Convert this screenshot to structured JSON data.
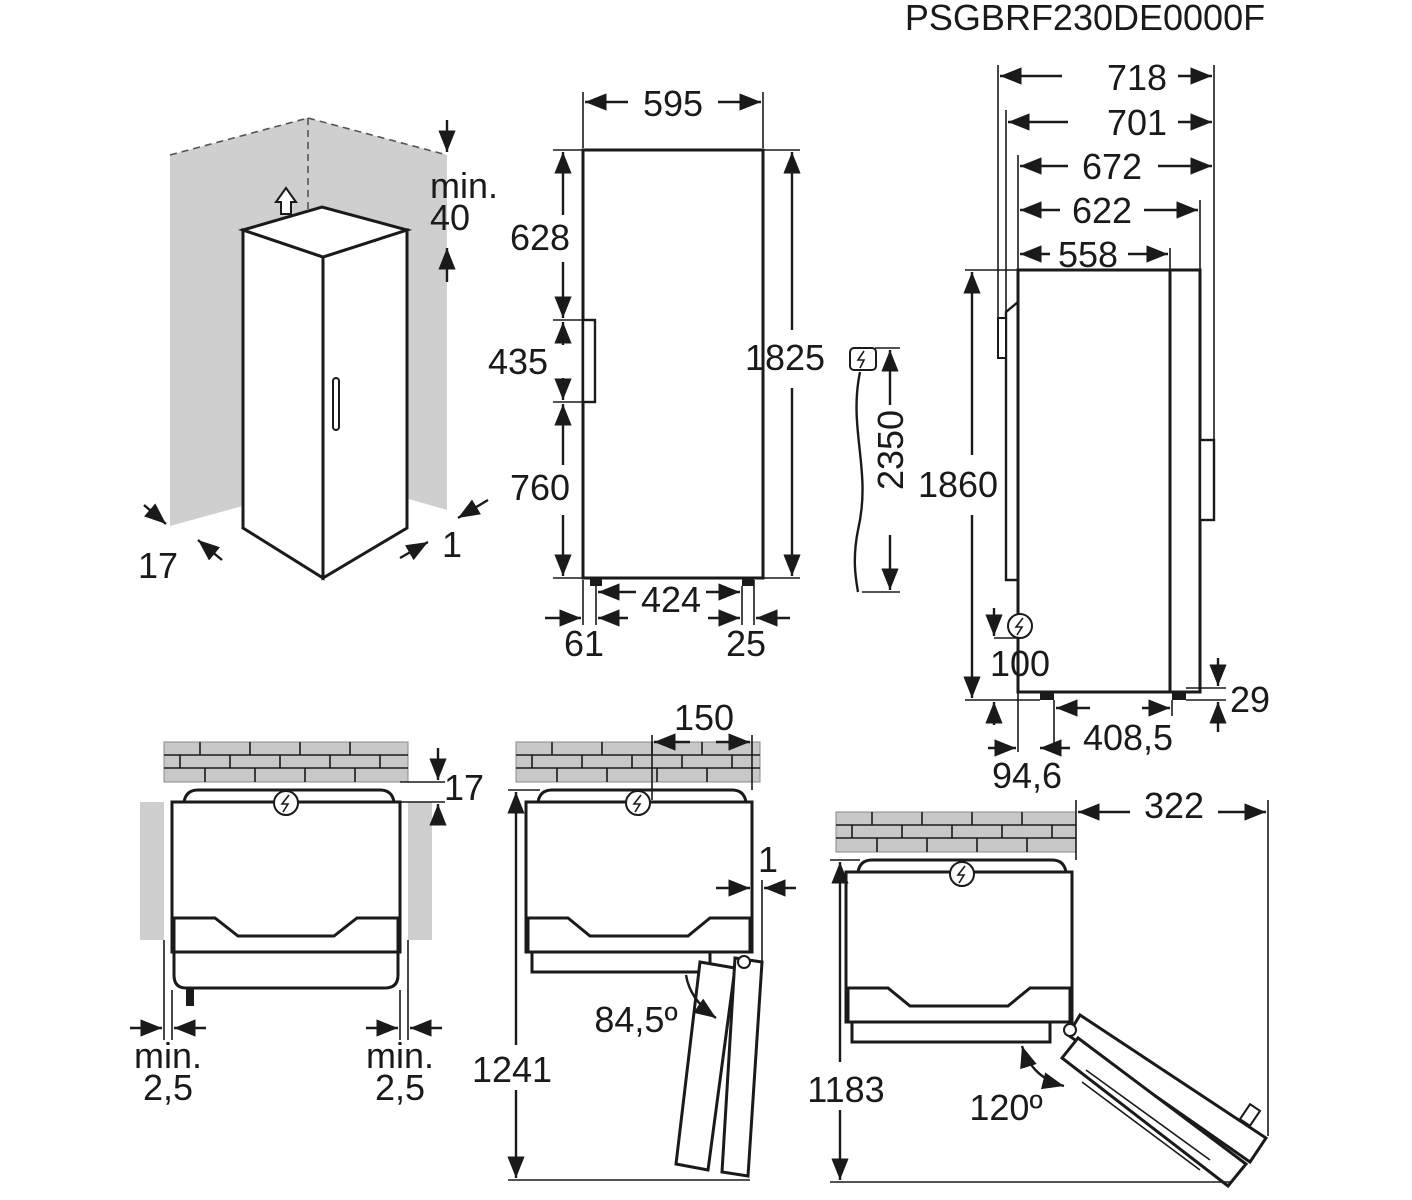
{
  "model_code": "PSGBRF230DE0000F",
  "iso_view": {
    "top_clearance_label_1": "min.",
    "top_clearance_label_2": "40",
    "left_gap": "17",
    "right_gap": "1"
  },
  "front_view": {
    "width": "595",
    "height_upper": "628",
    "height_handle": "435",
    "height_lower": "760",
    "height_total": "1825",
    "feet_span": "424",
    "foot_left": "61",
    "foot_right": "25"
  },
  "cable": {
    "length": "2350"
  },
  "side_view": {
    "depth_total": "718",
    "depth_2": "701",
    "depth_3": "672",
    "depth_4": "622",
    "depth_body": "558",
    "height_total": "1860",
    "plug_height": "100",
    "foot_height": "29",
    "foot_span": "408,5",
    "foot_offset": "94,6"
  },
  "top_view_1": {
    "wall_gap": "17",
    "side_left_1": "min.",
    "side_left_2": "2,5",
    "side_right_1": "min.",
    "side_right_2": "2,5"
  },
  "top_view_2": {
    "offset": "150",
    "gap": "1",
    "angle": "84,5º",
    "depth": "1241"
  },
  "top_view_3": {
    "width": "322",
    "angle": "120º",
    "depth": "1183"
  },
  "icons": [
    "power-plug-icon",
    "up-arrow-icon"
  ]
}
